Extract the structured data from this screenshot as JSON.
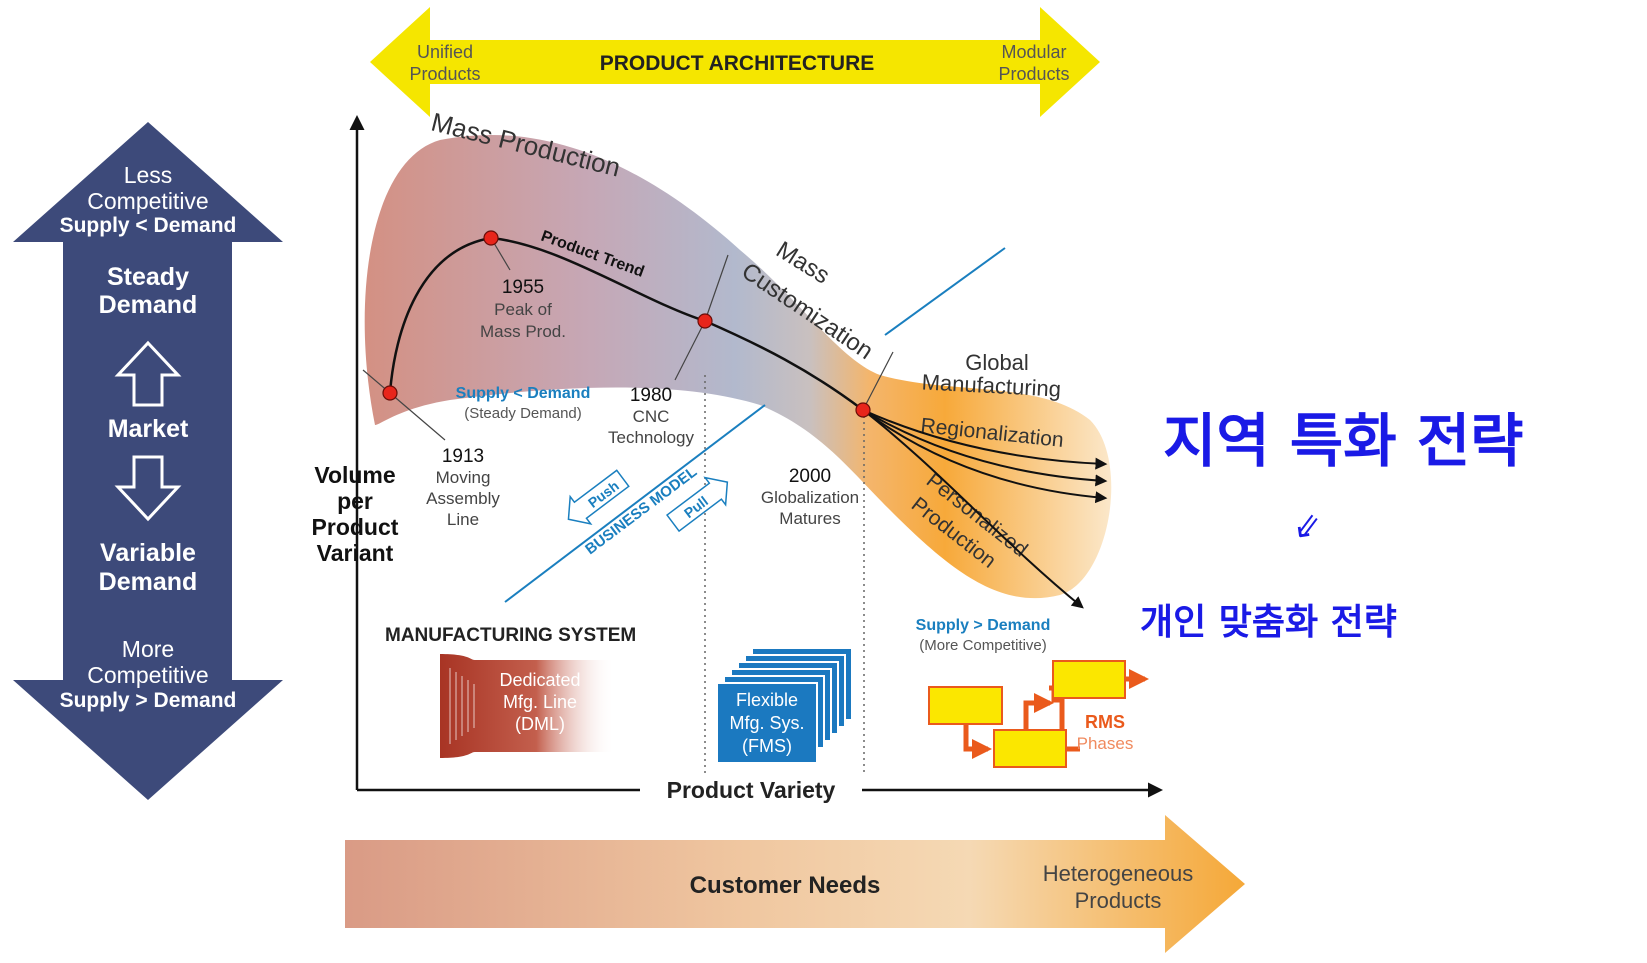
{
  "product_architecture": {
    "title": "PRODUCT ARCHITECTURE",
    "left": [
      "Unified",
      "Products"
    ],
    "right": [
      "Modular",
      "Products"
    ]
  },
  "market_arrow": {
    "top": [
      "Less",
      "Competitive"
    ],
    "top_bold": "Supply < Demand",
    "steady": [
      "Steady",
      "Demand"
    ],
    "market": "Market",
    "variable": [
      "Variable",
      "Demand"
    ],
    "bottom": [
      "More",
      "Competitive"
    ],
    "bottom_bold": "Supply > Demand"
  },
  "y_axis_label": [
    "Volume",
    "per",
    "Product",
    "Variant"
  ],
  "x_axis_label": "Product Variety",
  "regions": {
    "mass_production": "Mass Production",
    "mass_customization": [
      "Mass",
      "Customization"
    ],
    "global_manufacturing": [
      "Global",
      "Manufacturing"
    ],
    "regionalization": "Regionalization",
    "personalized": [
      "Personalized",
      "Production"
    ]
  },
  "product_trend": "Product Trend",
  "milestones": [
    {
      "year": "1913",
      "lines": [
        "Moving",
        "Assembly",
        "Line"
      ]
    },
    {
      "year": "1955",
      "lines": [
        "Peak of",
        "Mass Prod."
      ]
    },
    {
      "year": "1980",
      "lines": [
        "CNC",
        "Technology"
      ]
    },
    {
      "year": "2000",
      "lines": [
        "Globalization",
        "Matures"
      ]
    }
  ],
  "supply_left": {
    "bold": "Supply < Demand",
    "sub": "(Steady Demand)"
  },
  "supply_right": {
    "bold": "Supply > Demand",
    "sub": "(More Competitive)"
  },
  "business_model": {
    "label": "BUSINESS MODEL",
    "push": "Push",
    "pull": "Pull"
  },
  "manufacturing_system": {
    "title": "MANUFACTURING SYSTEM",
    "dml": [
      "Dedicated",
      "Mfg. Line",
      "(DML)"
    ],
    "fms": [
      "Flexible",
      "Mfg. Sys.",
      "(FMS)"
    ],
    "rms_bold": "RMS",
    "rms_sub": "Phases"
  },
  "customer_needs": {
    "label": "Customer Needs",
    "right": [
      "Heterogeneous",
      "Products"
    ]
  },
  "korean": {
    "title": "지역 특화 전략",
    "subtitle": "개인 맞춤화 전략",
    "mark": "⇙"
  },
  "colors": {
    "yellow": "#f5e600",
    "navy": "#3d4a7a",
    "marker_red": "#e8251b",
    "blue_accent": "#1a7fbf",
    "dml_red": "#b23a2c",
    "fms_blue": "#1b79c0",
    "rms_orange": "#ea5a1c",
    "korean_blue": "#1a1ae6"
  }
}
